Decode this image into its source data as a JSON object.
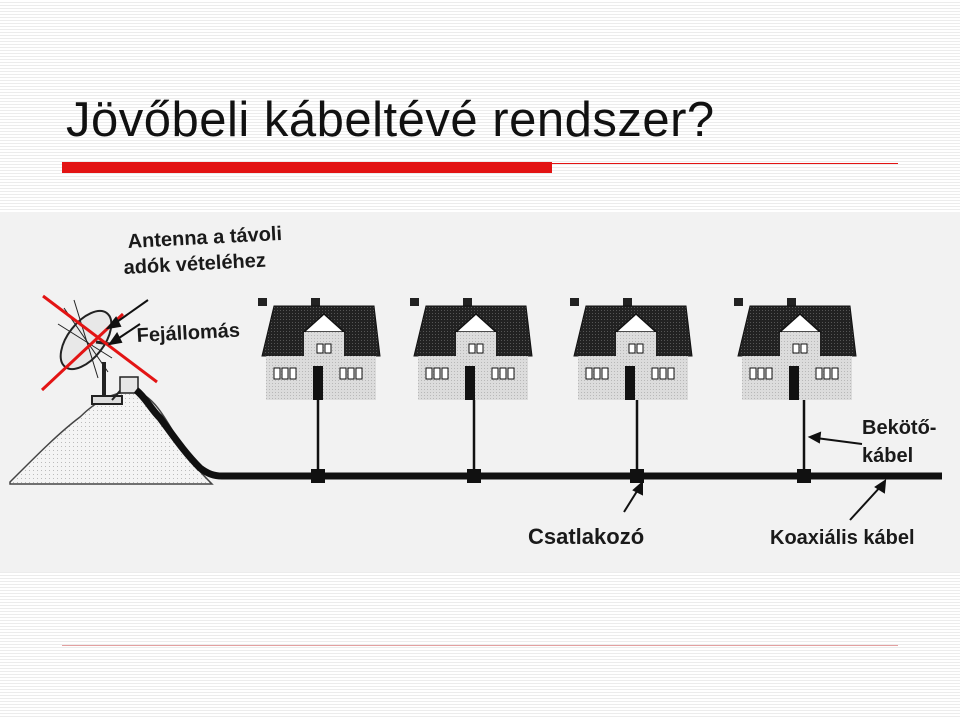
{
  "slide": {
    "title": "Jövőbeli kábeltévé rendszer?"
  },
  "diagram": {
    "labels": {
      "antenna_line1": "Antenna a távoli",
      "antenna_line2": "adók vételéhez",
      "headend": "Fejállomás",
      "drop_cable_line1": "Bekötő-",
      "drop_cable_line2": "kábel",
      "connector": "Csatlakozó",
      "coax_cable": "Koaxiális kábel"
    },
    "house_count": 4,
    "strikethrough_color": "#e31414"
  },
  "colors": {
    "accent": "#e31414",
    "text": "#111111"
  }
}
